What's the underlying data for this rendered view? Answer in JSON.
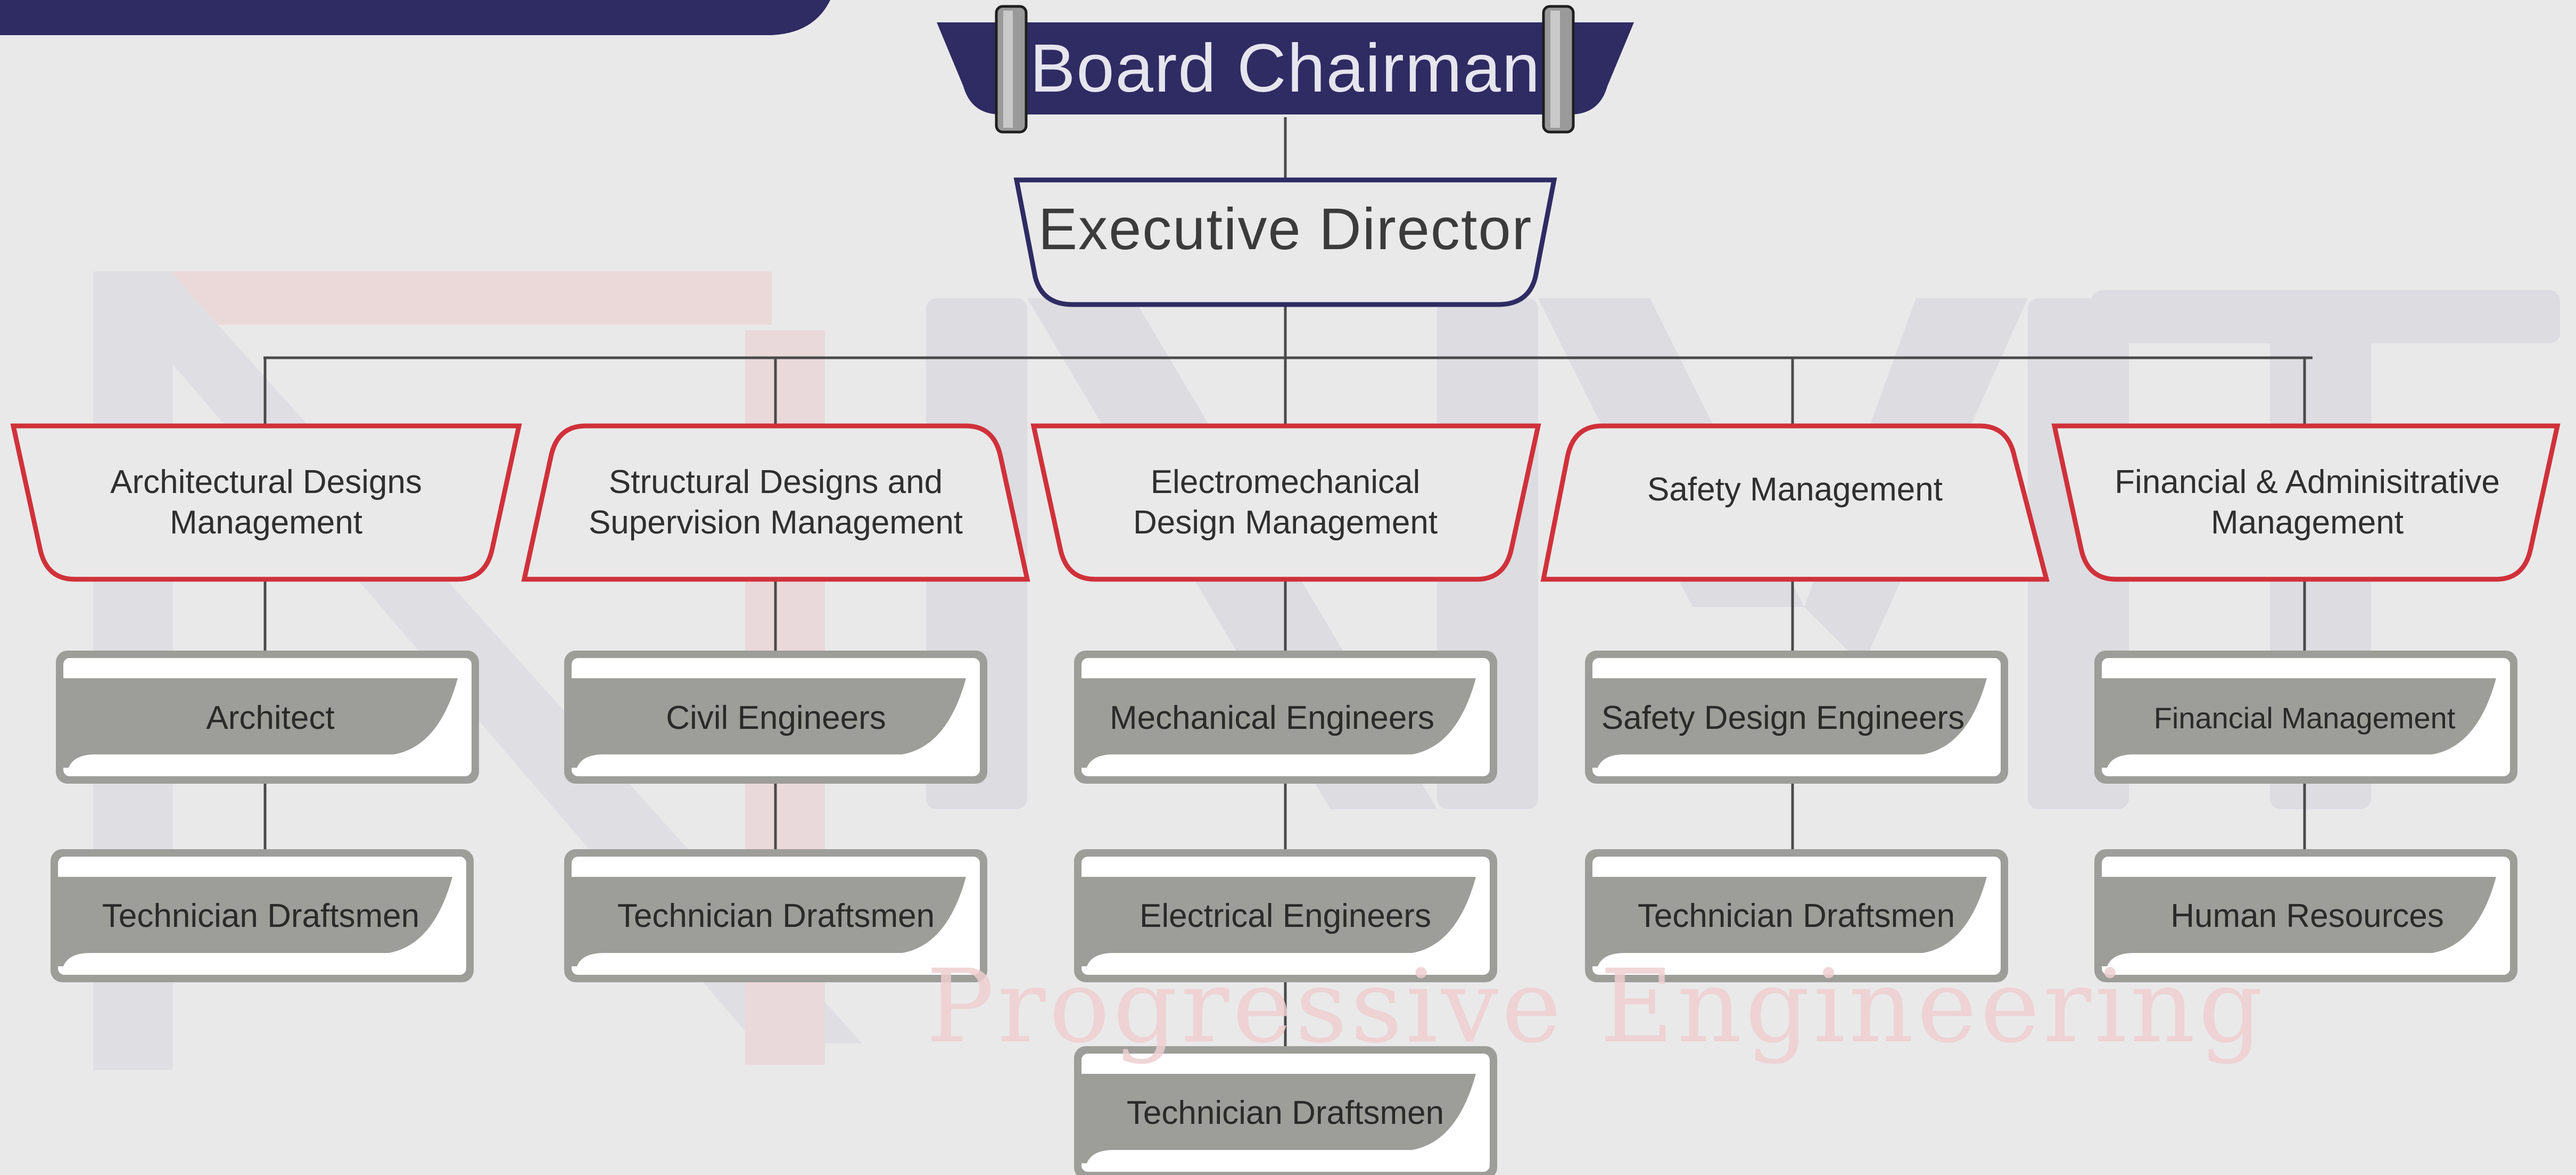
{
  "watermark": {
    "logo_icon": "nmt-logo-icon",
    "tagline": "Progressive Engineering"
  },
  "colors": {
    "navy": "#2f2b63",
    "red": "#d0313a",
    "grey_box": "#9d9d99",
    "line": "#4a4a4a",
    "background": "#e9e9ea"
  },
  "chart": {
    "board": "Board Chairman",
    "executive": "Executive Director",
    "departments": [
      {
        "name": "Architectural Designs\nManagement",
        "roles": [
          "Architect",
          "Technician Draftsmen"
        ]
      },
      {
        "name": "Structural Designs and\nSupervision Management",
        "roles": [
          "Civil Engineers",
          "Technician Draftsmen"
        ]
      },
      {
        "name": "Electromechanical\nDesign Management",
        "roles": [
          "Mechanical Engineers",
          "Electrical Engineers",
          "Technician Draftsmen"
        ]
      },
      {
        "name": "Safety Management",
        "roles": [
          "Safety Design Engineers",
          "Technician Draftsmen"
        ]
      },
      {
        "name": "Financial & Adminisitrative\nManagement",
        "roles": [
          "Financial Management",
          "Human Resources"
        ]
      }
    ]
  }
}
